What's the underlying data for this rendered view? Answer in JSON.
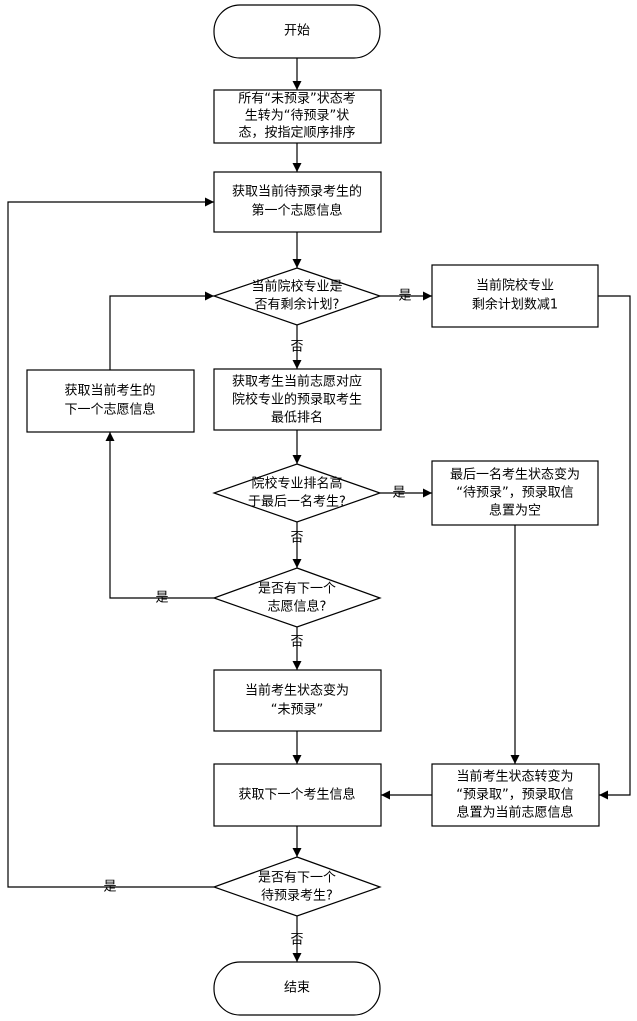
{
  "nodes": {
    "start": "开始",
    "init_1": "所有“未预录”状态考",
    "init_2": "生转为“待预录”状",
    "init_3": "态，按指定顺序排序",
    "get_first_1": "获取当前待预录考生的",
    "get_first_2": "第一个志愿信息",
    "has_plan_1": "当前院校专业是",
    "has_plan_2": "否有剩余计划?",
    "reduce_1": "当前院校专业",
    "reduce_2": "剩余计划数减1",
    "min_rank_1": "获取考生当前志愿对应",
    "min_rank_2": "院校专业的预录取考生",
    "min_rank_3": "最低排名",
    "next_wish_1": "获取当前考生的",
    "next_wish_2": "下一个志愿信息",
    "rank_higher_1": "院校专业排名高",
    "rank_higher_2": "于最后一名考生?",
    "last_reset_1": "最后一名考生状态变为",
    "last_reset_2": "“待预录”，预录取信",
    "last_reset_3": "息置为空",
    "has_next_wish_1": "是否有下一个",
    "has_next_wish_2": "志愿信息?",
    "not_admitted_1": "当前考生状态变为",
    "not_admitted_2": "“未预录”",
    "get_next_student": "获取下一个考生信息",
    "admit_1": "当前考生状态转变为",
    "admit_2": "“预录取”，预录取信",
    "admit_3": "息置为当前志愿信息",
    "has_next_student_1": "是否有下一个",
    "has_next_student_2": "待预录考生?",
    "end": "结束"
  },
  "edges": {
    "yes": "是",
    "no": "否"
  },
  "colors": {
    "stroke": "#000000",
    "fill": "#ffffff",
    "text": "#000000"
  }
}
